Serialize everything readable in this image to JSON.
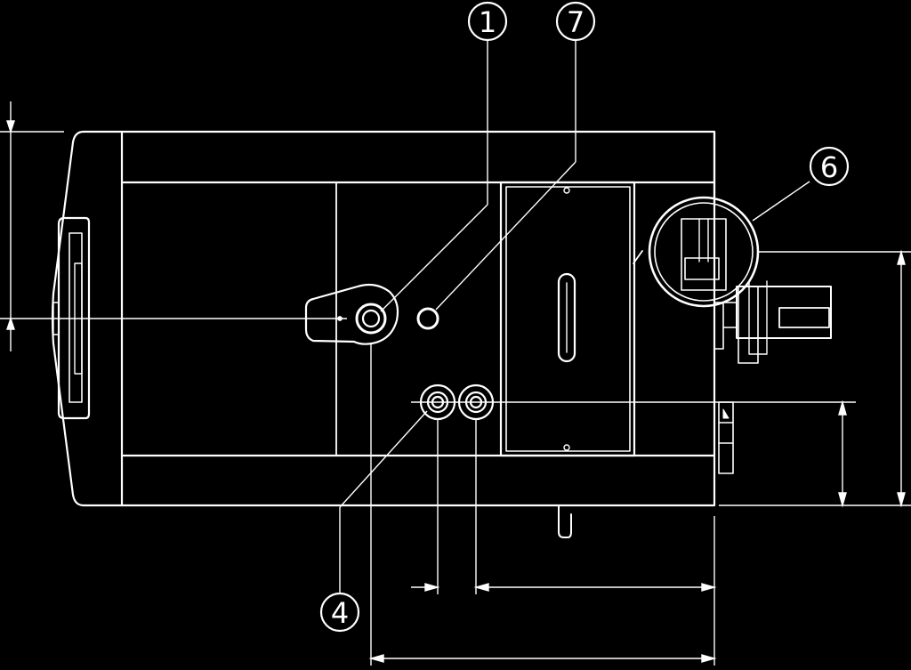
{
  "drawing": {
    "background": "#000000",
    "line_color": "#ffffff",
    "callouts": [
      {
        "id": "callout-1",
        "label": "1"
      },
      {
        "id": "callout-7",
        "label": "7"
      },
      {
        "id": "callout-6",
        "label": "6"
      },
      {
        "id": "callout-4",
        "label": "4"
      }
    ]
  }
}
